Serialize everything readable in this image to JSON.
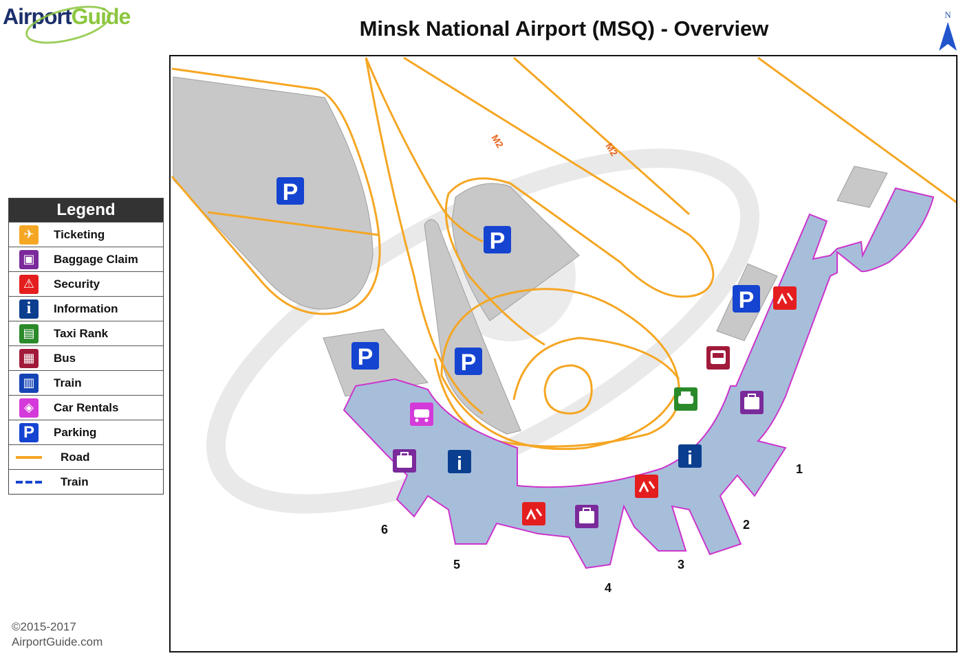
{
  "logo": {
    "part1": "Airport",
    "part2": "Guide"
  },
  "title": "Minsk National Airport (MSQ) - Overview",
  "north": "N",
  "legend": {
    "heading": "Legend",
    "items": [
      {
        "label": "Ticketing",
        "icon": "ticketing-icon",
        "color": "#f5a623",
        "glyph": "✈"
      },
      {
        "label": "Baggage Claim",
        "icon": "baggage-claim-icon",
        "color": "#7b2a9b",
        "glyph": "▣"
      },
      {
        "label": "Security",
        "icon": "security-icon",
        "color": "#e41e1e",
        "glyph": "⚠"
      },
      {
        "label": "Information",
        "icon": "information-icon",
        "color": "#0b3e8f",
        "glyph": "i"
      },
      {
        "label": "Taxi Rank",
        "icon": "taxi-icon",
        "color": "#2a8a2a",
        "glyph": "▤"
      },
      {
        "label": "Bus",
        "icon": "bus-icon",
        "color": "#a11a3a",
        "glyph": "▦"
      },
      {
        "label": "Train",
        "icon": "train-icon",
        "color": "#1544b5",
        "glyph": "▥"
      },
      {
        "label": "Car Rentals",
        "icon": "car-rental-icon",
        "color": "#d43ad9",
        "glyph": "◈"
      },
      {
        "label": "Parking",
        "icon": "parking-icon",
        "color": "#1544d1",
        "glyph": "P"
      },
      {
        "label": "Road",
        "line": "road",
        "color": "#f5a623"
      },
      {
        "label": "Train",
        "line": "train",
        "color": "#1544d1"
      }
    ]
  },
  "map": {
    "road_labels": [
      "M2",
      "M2"
    ],
    "parking_glyph": "P",
    "gate_labels": [
      "1",
      "2",
      "3",
      "4",
      "5",
      "6"
    ],
    "colors": {
      "terminal_fill": "#a7bedb",
      "terminal_stroke": "#cc33cc",
      "road": "#f5a623",
      "parking_lot": "#c8c8c8"
    }
  },
  "copyright": {
    "line1": "©2015-2017",
    "line2": "AirportGuide.com"
  }
}
